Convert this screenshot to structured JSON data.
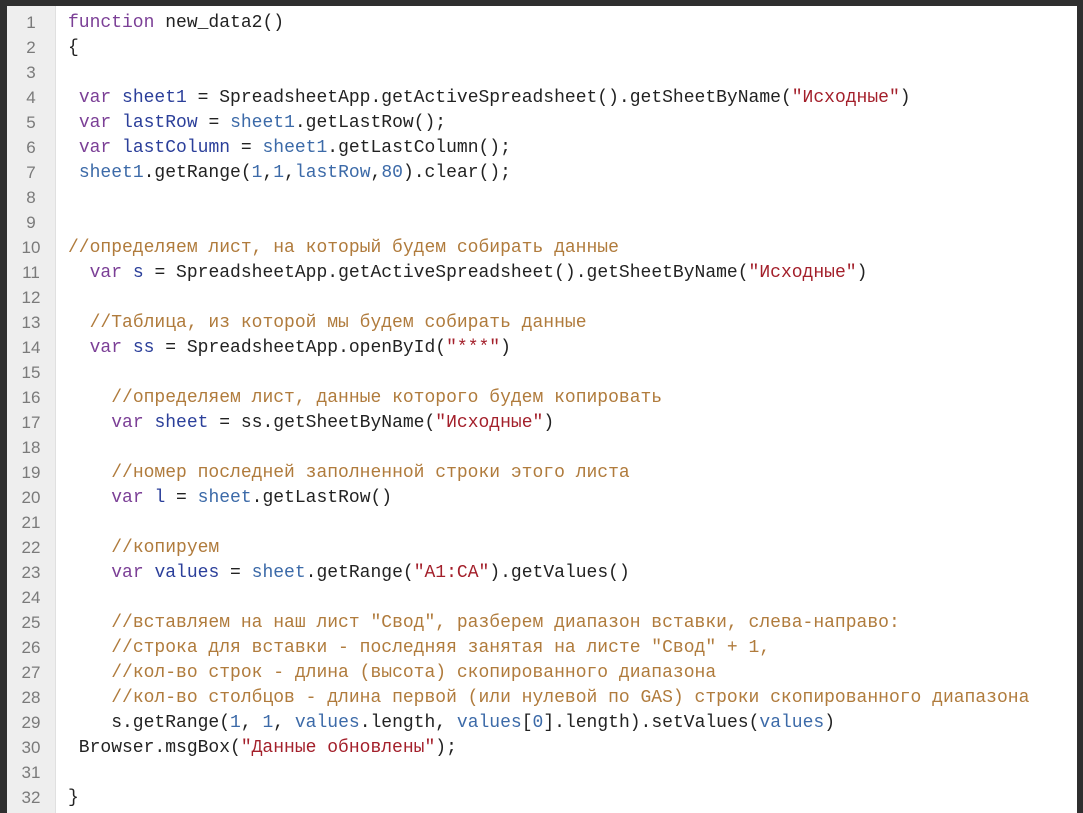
{
  "editor": {
    "colors": {
      "keyword": "#7b3f96",
      "definition": "#2b3f9a",
      "variable": "#3c6aa8",
      "string": "#a31f2a",
      "number": "#3c6aa8",
      "comment": "#b07b3c"
    },
    "lines": [
      [
        [
          "k",
          "function"
        ],
        [
          "p",
          " new_data2()"
        ]
      ],
      [
        [
          "p",
          "{"
        ]
      ],
      [],
      [
        [
          "p",
          " "
        ],
        [
          "k",
          "var"
        ],
        [
          "p",
          " "
        ],
        [
          "d",
          "sheet1"
        ],
        [
          "p",
          " = SpreadsheetApp.getActiveSpreadsheet().getSheetByName("
        ],
        [
          "s",
          "\"Исходные\""
        ],
        [
          "p",
          ")"
        ]
      ],
      [
        [
          "p",
          " "
        ],
        [
          "k",
          "var"
        ],
        [
          "p",
          " "
        ],
        [
          "d",
          "lastRow"
        ],
        [
          "p",
          " = "
        ],
        [
          "v",
          "sheet1"
        ],
        [
          "p",
          ".getLastRow();"
        ]
      ],
      [
        [
          "p",
          " "
        ],
        [
          "k",
          "var"
        ],
        [
          "p",
          " "
        ],
        [
          "d",
          "lastColumn"
        ],
        [
          "p",
          " = "
        ],
        [
          "v",
          "sheet1"
        ],
        [
          "p",
          ".getLastColumn();"
        ]
      ],
      [
        [
          "p",
          " "
        ],
        [
          "v",
          "sheet1"
        ],
        [
          "p",
          ".getRange("
        ],
        [
          "n",
          "1"
        ],
        [
          "p",
          ","
        ],
        [
          "n",
          "1"
        ],
        [
          "p",
          ","
        ],
        [
          "v",
          "lastRow"
        ],
        [
          "p",
          ","
        ],
        [
          "n",
          "80"
        ],
        [
          "p",
          ").clear();"
        ]
      ],
      [],
      [],
      [
        [
          "c",
          "//определяем лист, на который будем собирать данные"
        ]
      ],
      [
        [
          "p",
          "  "
        ],
        [
          "k",
          "var"
        ],
        [
          "p",
          " "
        ],
        [
          "d",
          "s"
        ],
        [
          "p",
          " = SpreadsheetApp.getActiveSpreadsheet().getSheetByName("
        ],
        [
          "s",
          "\"Исходные\""
        ],
        [
          "p",
          ")"
        ]
      ],
      [],
      [
        [
          "p",
          "  "
        ],
        [
          "c",
          "//Таблица, из которой мы будем собирать данные"
        ]
      ],
      [
        [
          "p",
          "  "
        ],
        [
          "k",
          "var"
        ],
        [
          "p",
          " "
        ],
        [
          "d",
          "ss"
        ],
        [
          "p",
          " = SpreadsheetApp.openById("
        ],
        [
          "s",
          "\"***\""
        ],
        [
          "p",
          ")"
        ]
      ],
      [],
      [
        [
          "p",
          "    "
        ],
        [
          "c",
          "//определяем лист, данные которого будем копировать"
        ]
      ],
      [
        [
          "p",
          "    "
        ],
        [
          "k",
          "var"
        ],
        [
          "p",
          " "
        ],
        [
          "d",
          "sheet"
        ],
        [
          "p",
          " = ss.getSheetByName("
        ],
        [
          "s",
          "\"Исходные\""
        ],
        [
          "p",
          ")"
        ]
      ],
      [],
      [
        [
          "p",
          "    "
        ],
        [
          "c",
          "//номер последней заполненной строки этого листа"
        ]
      ],
      [
        [
          "p",
          "    "
        ],
        [
          "k",
          "var"
        ],
        [
          "p",
          " "
        ],
        [
          "d",
          "l"
        ],
        [
          "p",
          " = "
        ],
        [
          "v",
          "sheet"
        ],
        [
          "p",
          ".getLastRow()"
        ]
      ],
      [],
      [
        [
          "p",
          "    "
        ],
        [
          "c",
          "//копируем"
        ]
      ],
      [
        [
          "p",
          "    "
        ],
        [
          "k",
          "var"
        ],
        [
          "p",
          " "
        ],
        [
          "d",
          "values"
        ],
        [
          "p",
          " = "
        ],
        [
          "v",
          "sheet"
        ],
        [
          "p",
          ".getRange("
        ],
        [
          "s",
          "\"A1:CA\""
        ],
        [
          "p",
          ").getValues()"
        ]
      ],
      [],
      [
        [
          "p",
          "    "
        ],
        [
          "c",
          "//вставляем на наш лист \"Свод\", разберем диапазон вставки, слева-направо:"
        ]
      ],
      [
        [
          "p",
          "    "
        ],
        [
          "c",
          "//строка для вставки - последняя занятая на листе \"Свод\" + 1,"
        ]
      ],
      [
        [
          "p",
          "    "
        ],
        [
          "c",
          "//кол-во строк - длина (высота) скопированного диапазона"
        ]
      ],
      [
        [
          "p",
          "    "
        ],
        [
          "c",
          "//кол-во столбцов - длина первой (или нулевой по GAS) строки скопированного диапазона"
        ]
      ],
      [
        [
          "p",
          "    s.getRange("
        ],
        [
          "n",
          "1"
        ],
        [
          "p",
          ", "
        ],
        [
          "n",
          "1"
        ],
        [
          "p",
          ", "
        ],
        [
          "v",
          "values"
        ],
        [
          "p",
          ".length, "
        ],
        [
          "v",
          "values"
        ],
        [
          "p",
          "["
        ],
        [
          "n",
          "0"
        ],
        [
          "p",
          "].length).setValues("
        ],
        [
          "v",
          "values"
        ],
        [
          "p",
          ")"
        ]
      ],
      [
        [
          "p",
          " Browser.msgBox("
        ],
        [
          "s",
          "\"Данные обновлены\""
        ],
        [
          "p",
          ");"
        ]
      ],
      [],
      [
        [
          "p",
          "}"
        ]
      ]
    ]
  }
}
